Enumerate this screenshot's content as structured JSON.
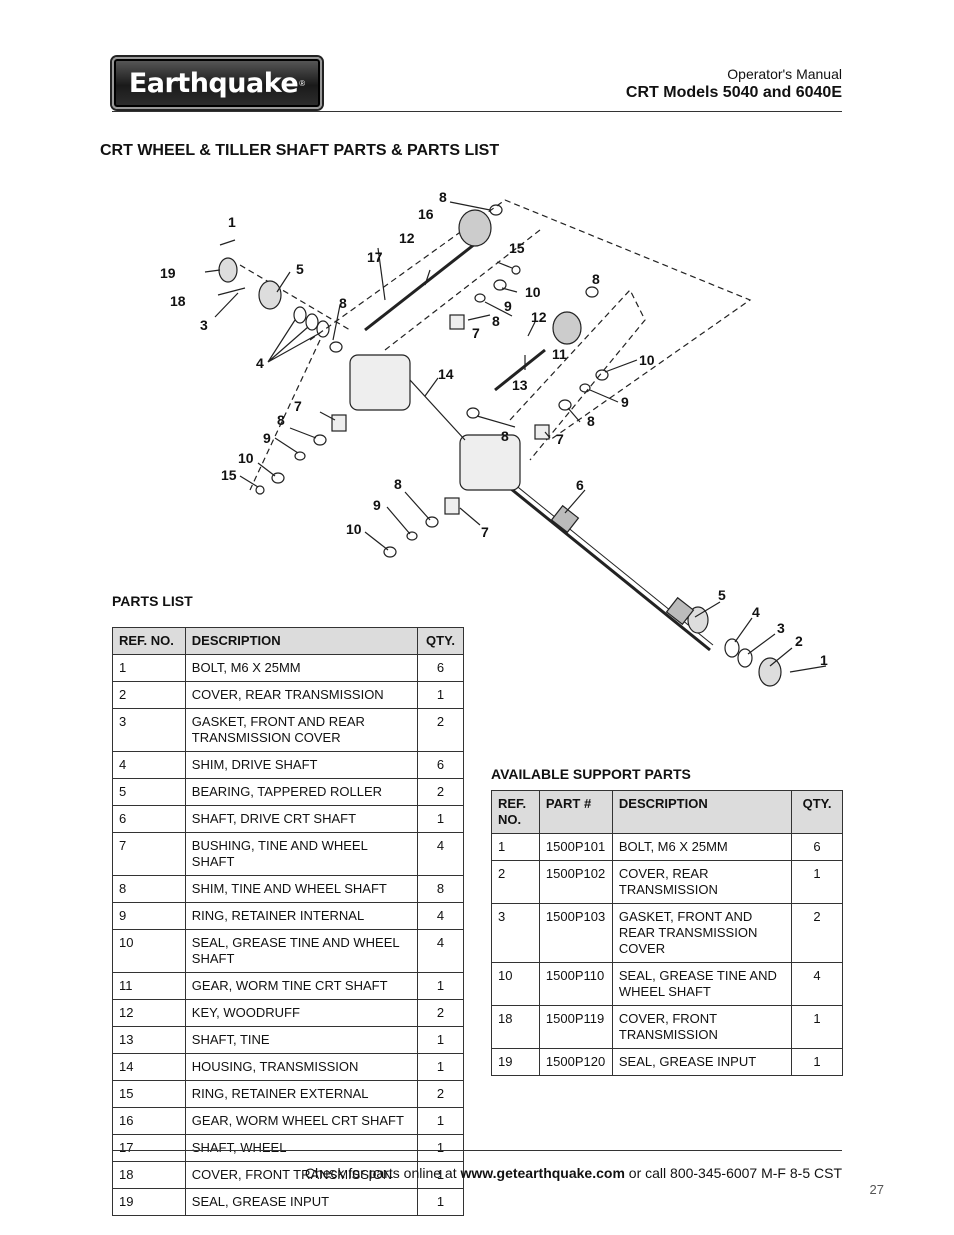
{
  "header": {
    "logo_text": "Earthquake",
    "logo_mark": "®",
    "subtitle": "Operator's Manual",
    "title": "CRT Models 5040 and 6040E"
  },
  "section_title": "CRT WHEEL & TILLER SHAFT PARTS & PARTS LIST",
  "diagram": {
    "labels": [
      "1",
      "19",
      "18",
      "3",
      "5",
      "4",
      "8",
      "17",
      "12",
      "16",
      "8",
      "15",
      "8",
      "10",
      "9",
      "8",
      "7",
      "12",
      "11",
      "10",
      "9",
      "8",
      "7",
      "14",
      "13",
      "8",
      "7",
      "8",
      "9",
      "10",
      "15",
      "6",
      "8",
      "9",
      "10",
      "7",
      "5",
      "4",
      "3",
      "2",
      "1"
    ]
  },
  "parts_list": {
    "heading": "PARTS LIST",
    "columns": [
      "REF. NO.",
      "DESCRIPTION",
      "QTY."
    ],
    "rows": [
      [
        "1",
        "BOLT, M6 X 25MM",
        "6"
      ],
      [
        "2",
        "COVER, REAR TRANSMISSION",
        "1"
      ],
      [
        "3",
        "GASKET, FRONT AND REAR TRANSMISSION COVER",
        "2"
      ],
      [
        "4",
        "SHIM, DRIVE SHAFT",
        "6"
      ],
      [
        "5",
        "BEARING, TAPPERED ROLLER",
        "2"
      ],
      [
        "6",
        "SHAFT, DRIVE CRT SHAFT",
        "1"
      ],
      [
        "7",
        "BUSHING, TINE AND WHEEL SHAFT",
        "4"
      ],
      [
        "8",
        "SHIM, TINE AND WHEEL SHAFT",
        "8"
      ],
      [
        "9",
        "RING, RETAINER INTERNAL",
        "4"
      ],
      [
        "10",
        "SEAL, GREASE TINE AND WHEEL SHAFT",
        "4"
      ],
      [
        "11",
        "GEAR, WORM TINE CRT SHAFT",
        "1"
      ],
      [
        "12",
        "KEY, WOODRUFF",
        "2"
      ],
      [
        "13",
        "SHAFT, TINE",
        "1"
      ],
      [
        "14",
        "HOUSING, TRANSMISSION",
        "1"
      ],
      [
        "15",
        "RING, RETAINER EXTERNAL",
        "2"
      ],
      [
        "16",
        "GEAR, WORM WHEEL CRT SHAFT",
        "1"
      ],
      [
        "17",
        "SHAFT, WHEEL",
        "1"
      ],
      [
        "18",
        "COVER, FRONT TRANSMISSION",
        "1"
      ],
      [
        "19",
        "SEAL, GREASE INPUT",
        "1"
      ]
    ]
  },
  "support_parts": {
    "heading": "AVAILABLE SUPPORT PARTS",
    "columns": [
      "REF. NO.",
      "PART #",
      "DESCRIPTION",
      "QTY."
    ],
    "rows": [
      [
        "1",
        "1500P101",
        "BOLT, M6 X 25MM",
        "6"
      ],
      [
        "2",
        "1500P102",
        "COVER, REAR TRANSMISSION",
        "1"
      ],
      [
        "3",
        "1500P103",
        "GASKET, FRONT AND REAR TRANSMISSION COVER",
        "2"
      ],
      [
        "10",
        "1500P110",
        "SEAL, GREASE TINE AND WHEEL SHAFT",
        "4"
      ],
      [
        "18",
        "1500P119",
        "COVER, FRONT TRANSMISSION",
        "1"
      ],
      [
        "19",
        "1500P120",
        "SEAL, GREASE INPUT",
        "1"
      ]
    ]
  },
  "footer": {
    "prefix": "Check for parts online at ",
    "url": "www.getearthquake.com",
    "suffix": " or call 800-345-6007 M-F 8-5 CST",
    "page_number": "27"
  }
}
